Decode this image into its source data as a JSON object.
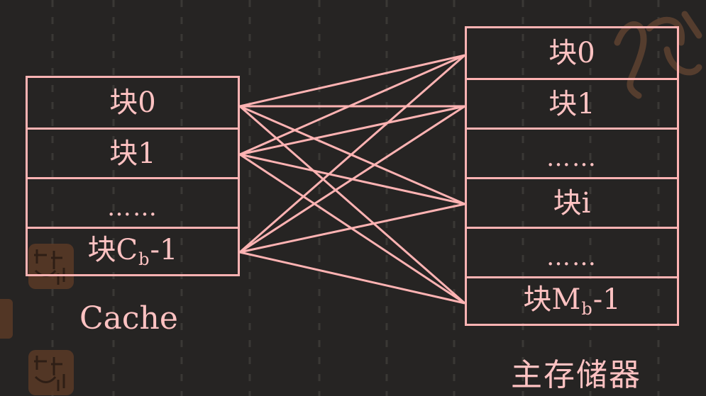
{
  "cache": {
    "caption": "Cache",
    "blocks": [
      {
        "text": "块0"
      },
      {
        "text": "块1"
      },
      {
        "text": "……"
      },
      {
        "text": "块C",
        "sub": "b",
        "suffix": "-1"
      }
    ]
  },
  "memory": {
    "caption": "主存储器",
    "blocks": [
      {
        "text": "块0"
      },
      {
        "text": "块1"
      },
      {
        "text": "……"
      },
      {
        "text": "块i"
      },
      {
        "text": "……"
      },
      {
        "text": "块M",
        "sub": "b",
        "suffix": "-1"
      }
    ]
  },
  "colors": {
    "background": "#262423",
    "line": "#ffb3b3",
    "text": "#ffc2c2"
  }
}
